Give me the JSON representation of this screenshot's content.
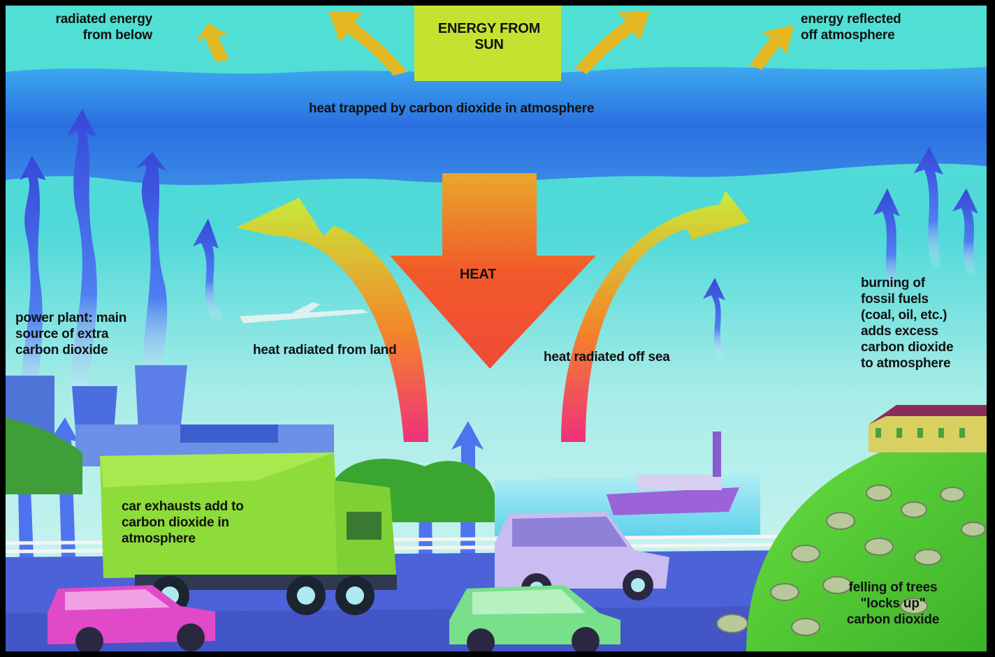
{
  "labels": {
    "radiated_energy": "radiated energy\nfrom below",
    "energy_from_sun": "ENERGY FROM\nSUN",
    "energy_reflected": "energy reflected\noff atmosphere",
    "heat_trapped": "heat trapped by carbon dioxide in atmosphere",
    "heat": "HEAT",
    "power_plant": "power plant: main\nsource of extra\ncarbon dioxide",
    "heat_land": "heat radiated from land",
    "heat_sea": "heat radiated off sea",
    "fossil_fuels": "burning of\nfossil fuels\n(coal, oil, etc.)\nadds excess\ncarbon dioxide\nto atmosphere",
    "car_exhausts": "car exhausts add to\ncarbon dioxide in\natmosphere",
    "felling_trees": "felling of trees\n\"locks up\"\ncarbon dioxide"
  },
  "colors": {
    "sky_top": "#56e0d6",
    "sky_bottom": "#c8f2f0",
    "co2_band": "#2f7fe0",
    "sun_box": "#c8e62a",
    "heat_arrow": "#f0602a",
    "co2_arrow": "#3e62e8",
    "grass": "#58d438",
    "road": "#5a6fe0",
    "sea": "#7edff0"
  }
}
